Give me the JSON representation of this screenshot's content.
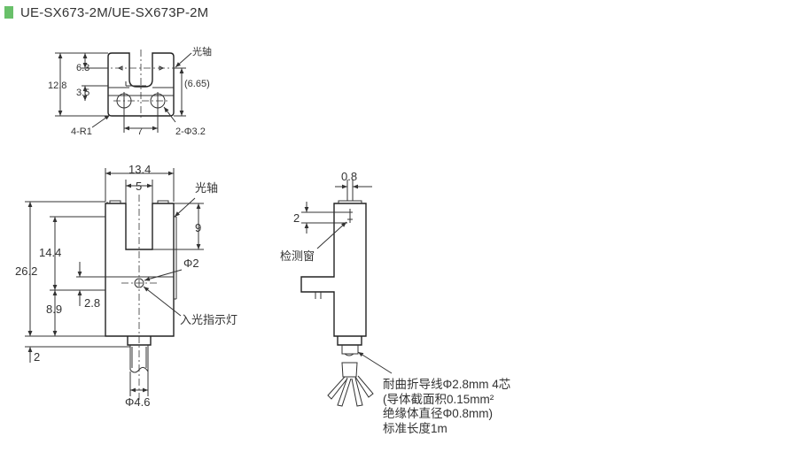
{
  "title": "UE-SX673-2M/UE-SX673P-2M",
  "colors": {
    "title_marker": "#69c06a",
    "line": "#333333"
  },
  "top_view": {
    "dim_6_3": "6.3",
    "dim_12_8": "12.8",
    "dim_3_5": "3.5",
    "dim_6_65": "(6.65)",
    "dim_7": "7",
    "label_optical_axis": "光轴",
    "label_radius": "4-R1",
    "label_holes": "2-Φ3.2"
  },
  "front_view": {
    "dim_13_4": "13.4",
    "dim_5": "5",
    "dim_9": "9",
    "dim_26_2": "26.2",
    "dim_14_4": "14.4",
    "dim_8_9": "8.9",
    "dim_2_8": "2.8",
    "dim_2": "2",
    "dim_phi2": "Φ2",
    "dim_phi4_6": "Φ4.6",
    "label_optical_axis": "光轴",
    "label_indicator": "入光指示灯"
  },
  "side_view": {
    "dim_0_8": "0.8",
    "dim_2": "2",
    "label_window": "检测窗",
    "cable_note": [
      "耐曲折导线Φ2.8mm 4芯",
      "(导体截面积0.15mm²",
      "绝缘体直径Φ0.8mm)",
      "标准长度1m"
    ]
  }
}
